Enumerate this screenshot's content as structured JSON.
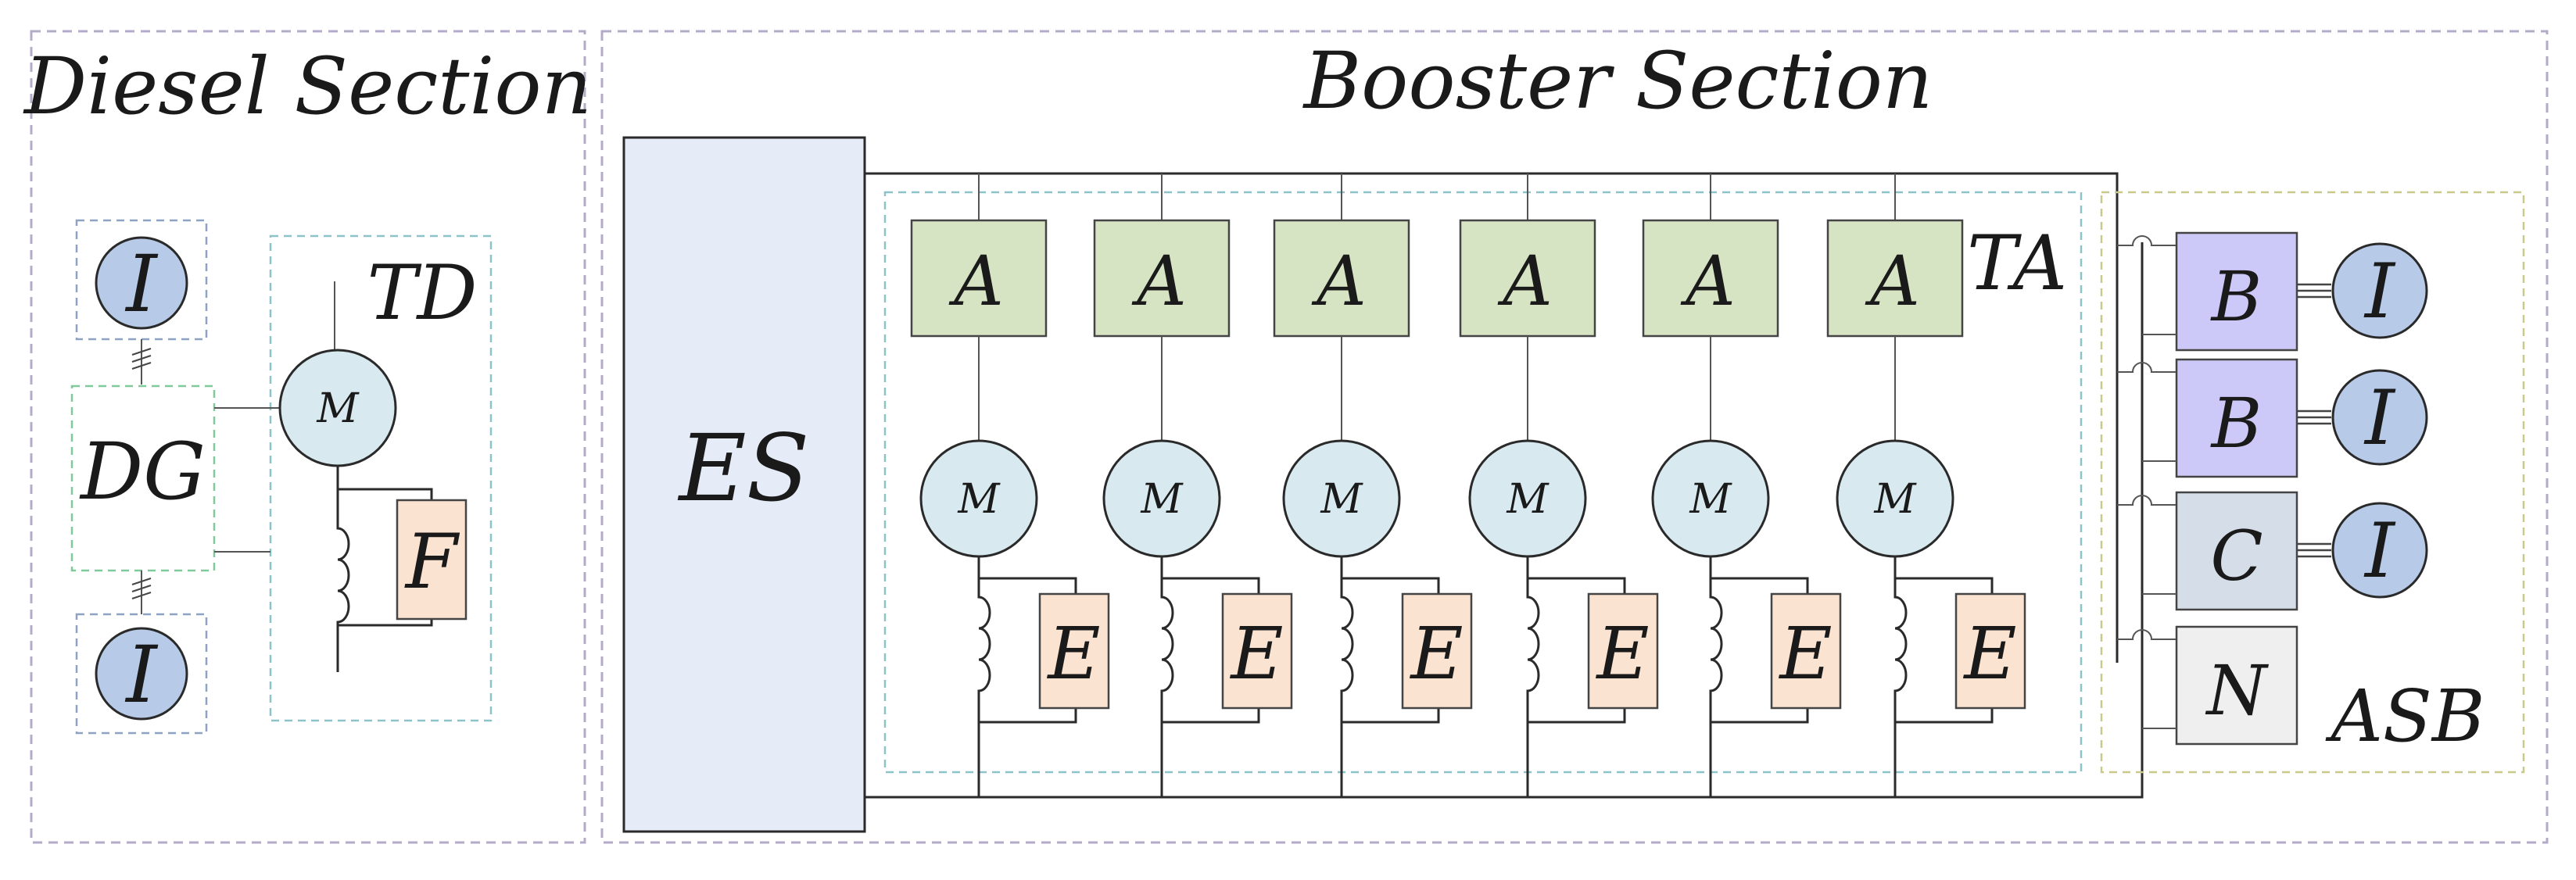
{
  "diesel_section": {
    "title": "Diesel Section",
    "inverter_top_label": "I",
    "inverter_bottom_label": "I",
    "generator_label": "DG",
    "drive_group_label": "TD",
    "motor_label": "M",
    "field_label": "F"
  },
  "booster_section": {
    "title": "Booster Section",
    "storage_label": "ES",
    "traction_group_label": "TA",
    "traction_units": [
      {
        "converter": "A",
        "motor": "M",
        "excitation": "E"
      },
      {
        "converter": "A",
        "motor": "M",
        "excitation": "E"
      },
      {
        "converter": "A",
        "motor": "M",
        "excitation": "E"
      },
      {
        "converter": "A",
        "motor": "M",
        "excitation": "E"
      },
      {
        "converter": "A",
        "motor": "M",
        "excitation": "E"
      },
      {
        "converter": "A",
        "motor": "M",
        "excitation": "E"
      }
    ],
    "auxiliary_group_label": "ASB",
    "auxiliary_units": [
      {
        "block": "B",
        "inverter": "I"
      },
      {
        "block": "B",
        "inverter": "I"
      },
      {
        "block": "C",
        "inverter": "I"
      },
      {
        "block": "N",
        "inverter": ""
      }
    ]
  },
  "colors": {
    "section_border": "#b4abc8",
    "storage_fill": "#e6ecf7",
    "converter_fill": "#d6e4c4",
    "motor_fill": "#d8eaf0",
    "excitation_fill": "#fbe3d2",
    "inverter_fill": "#b7cbe9",
    "block_b_fill": "#ccc8f7",
    "block_c_fill": "#d5dde8",
    "block_n_fill": "#efefef"
  }
}
